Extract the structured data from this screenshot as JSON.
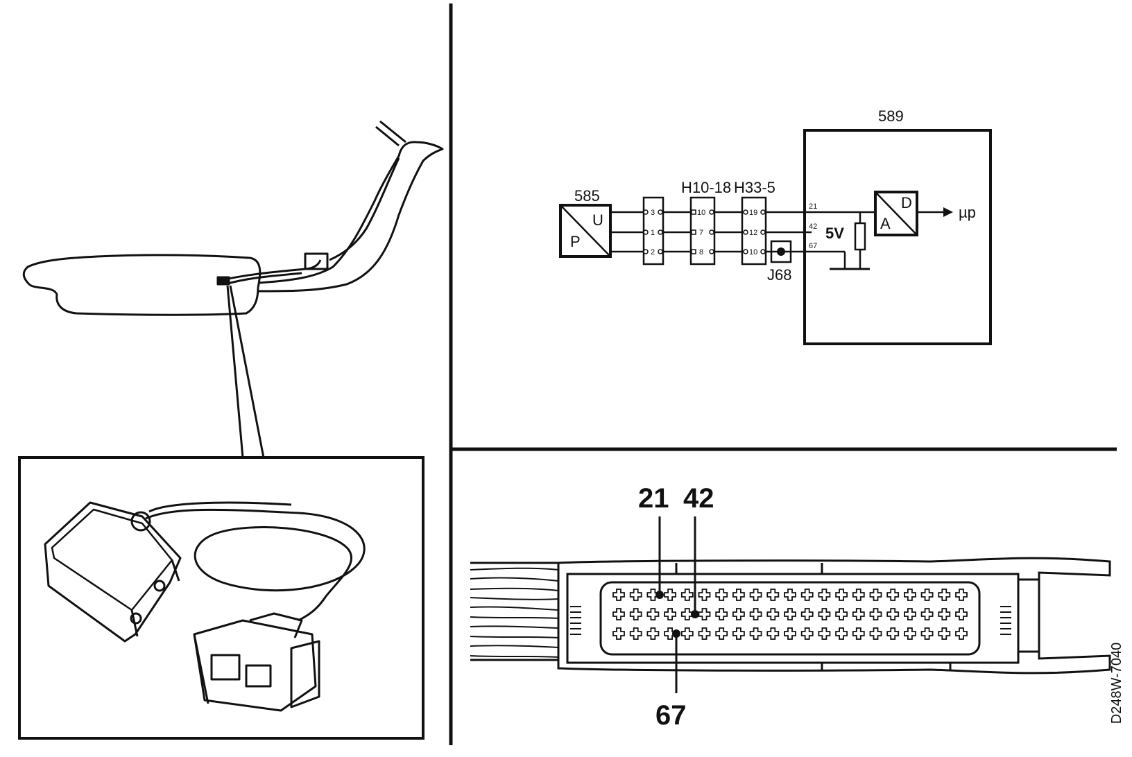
{
  "schematic": {
    "sensor_label": "585",
    "sensor_letter_u": "U",
    "sensor_letter_p": "P",
    "connector_1_pins": [
      "3",
      "1",
      "2"
    ],
    "connector_2_label": "H10-18",
    "connector_2_pins": [
      "10",
      "7",
      "8"
    ],
    "connector_3_label": "H33-5",
    "connector_3_pins": [
      "19",
      "12",
      "10"
    ],
    "test_point_label": "J68",
    "ecu_label": "589",
    "ecu_pins": [
      "21",
      "42",
      "67"
    ],
    "voltage_label": "5V",
    "adc_letter_a": "A",
    "adc_letter_d": "D",
    "output_label": "µp"
  },
  "ecu_connector": {
    "pin_21_label": "21",
    "pin_42_label": "42",
    "pin_67_label": "67"
  },
  "drawing_ref": "D248W-7040",
  "colors": {
    "ink": "#111111",
    "paper": "#ffffff"
  }
}
